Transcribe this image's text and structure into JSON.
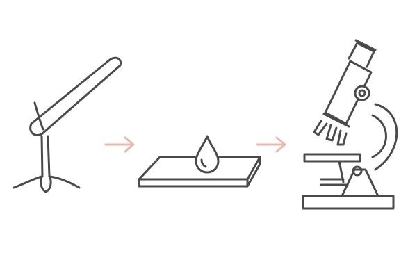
{
  "diagram": {
    "steps": [
      {
        "id": "hair-sample",
        "icon": "hair-pluck-icon"
      },
      {
        "id": "slide",
        "icon": "slide-drop-icon"
      },
      {
        "id": "microscope",
        "icon": "microscope-icon"
      }
    ],
    "arrows": [
      {
        "from": "hair-sample",
        "to": "slide",
        "icon": "arrow-right-icon"
      },
      {
        "from": "slide",
        "to": "microscope",
        "icon": "arrow-right-icon"
      }
    ],
    "colors": {
      "line": "#4a4a4a",
      "arrow": "#e9b8ae",
      "background": "#ffffff"
    }
  }
}
